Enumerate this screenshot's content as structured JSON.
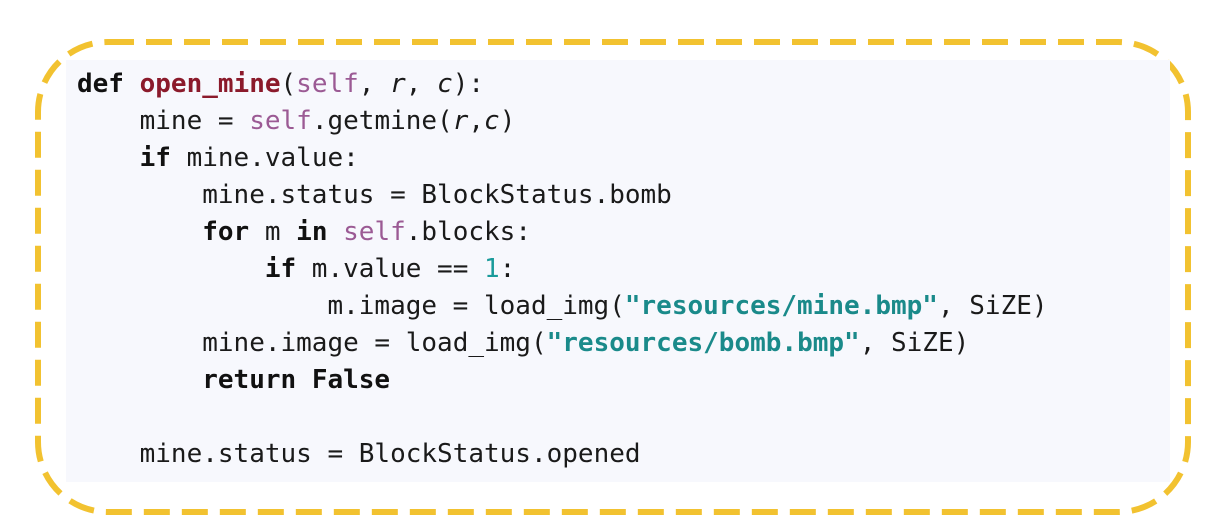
{
  "colors": {
    "dash_border": "#f2c230",
    "panel_bg": "#f7f8fd",
    "keyword": "#111111",
    "function_name": "#8b1a2b",
    "self": "#9b5a94",
    "number": "#1a9b9b",
    "string": "#1a8a8a"
  },
  "code": {
    "l1": {
      "kw_def": "def",
      "fn": "open_mine",
      "p_open": "(",
      "self": "self",
      "comma1": ", ",
      "r": "r",
      "comma2": ", ",
      "c": "c",
      "p_close": "):"
    },
    "l2": {
      "indent": "    ",
      "t1": "mine = ",
      "self": "self",
      "t2": ".getmine(",
      "r": "r",
      "comma": ",",
      "c": "c",
      "t3": ")"
    },
    "l3": {
      "indent": "    ",
      "kw_if": "if",
      "t1": " mine.value:"
    },
    "l4": {
      "indent": "        ",
      "t1": "mine.status = BlockStatus.bomb"
    },
    "l5": {
      "indent": "        ",
      "kw_for": "for",
      "t1": " m ",
      "kw_in": "in",
      "sp": " ",
      "self": "self",
      "t2": ".blocks:"
    },
    "l6": {
      "indent": "            ",
      "kw_if": "if",
      "t1": " m.value == ",
      "num": "1",
      "t2": ":"
    },
    "l7": {
      "indent": "                ",
      "t1": "m.image = load_img(",
      "str": "\"resources/mine.bmp\"",
      "t2": ", SiZE)"
    },
    "l8": {
      "indent": "        ",
      "t1": "mine.image = load_img(",
      "str": "\"resources/bomb.bmp\"",
      "t2": ", SiZE)"
    },
    "l9": {
      "indent": "        ",
      "kw_return": "return",
      "sp": " ",
      "kw_false": "False"
    },
    "l10": {
      "empty": ""
    },
    "l11": {
      "indent": "    ",
      "t1": "mine.status = BlockStatus.opened"
    }
  }
}
